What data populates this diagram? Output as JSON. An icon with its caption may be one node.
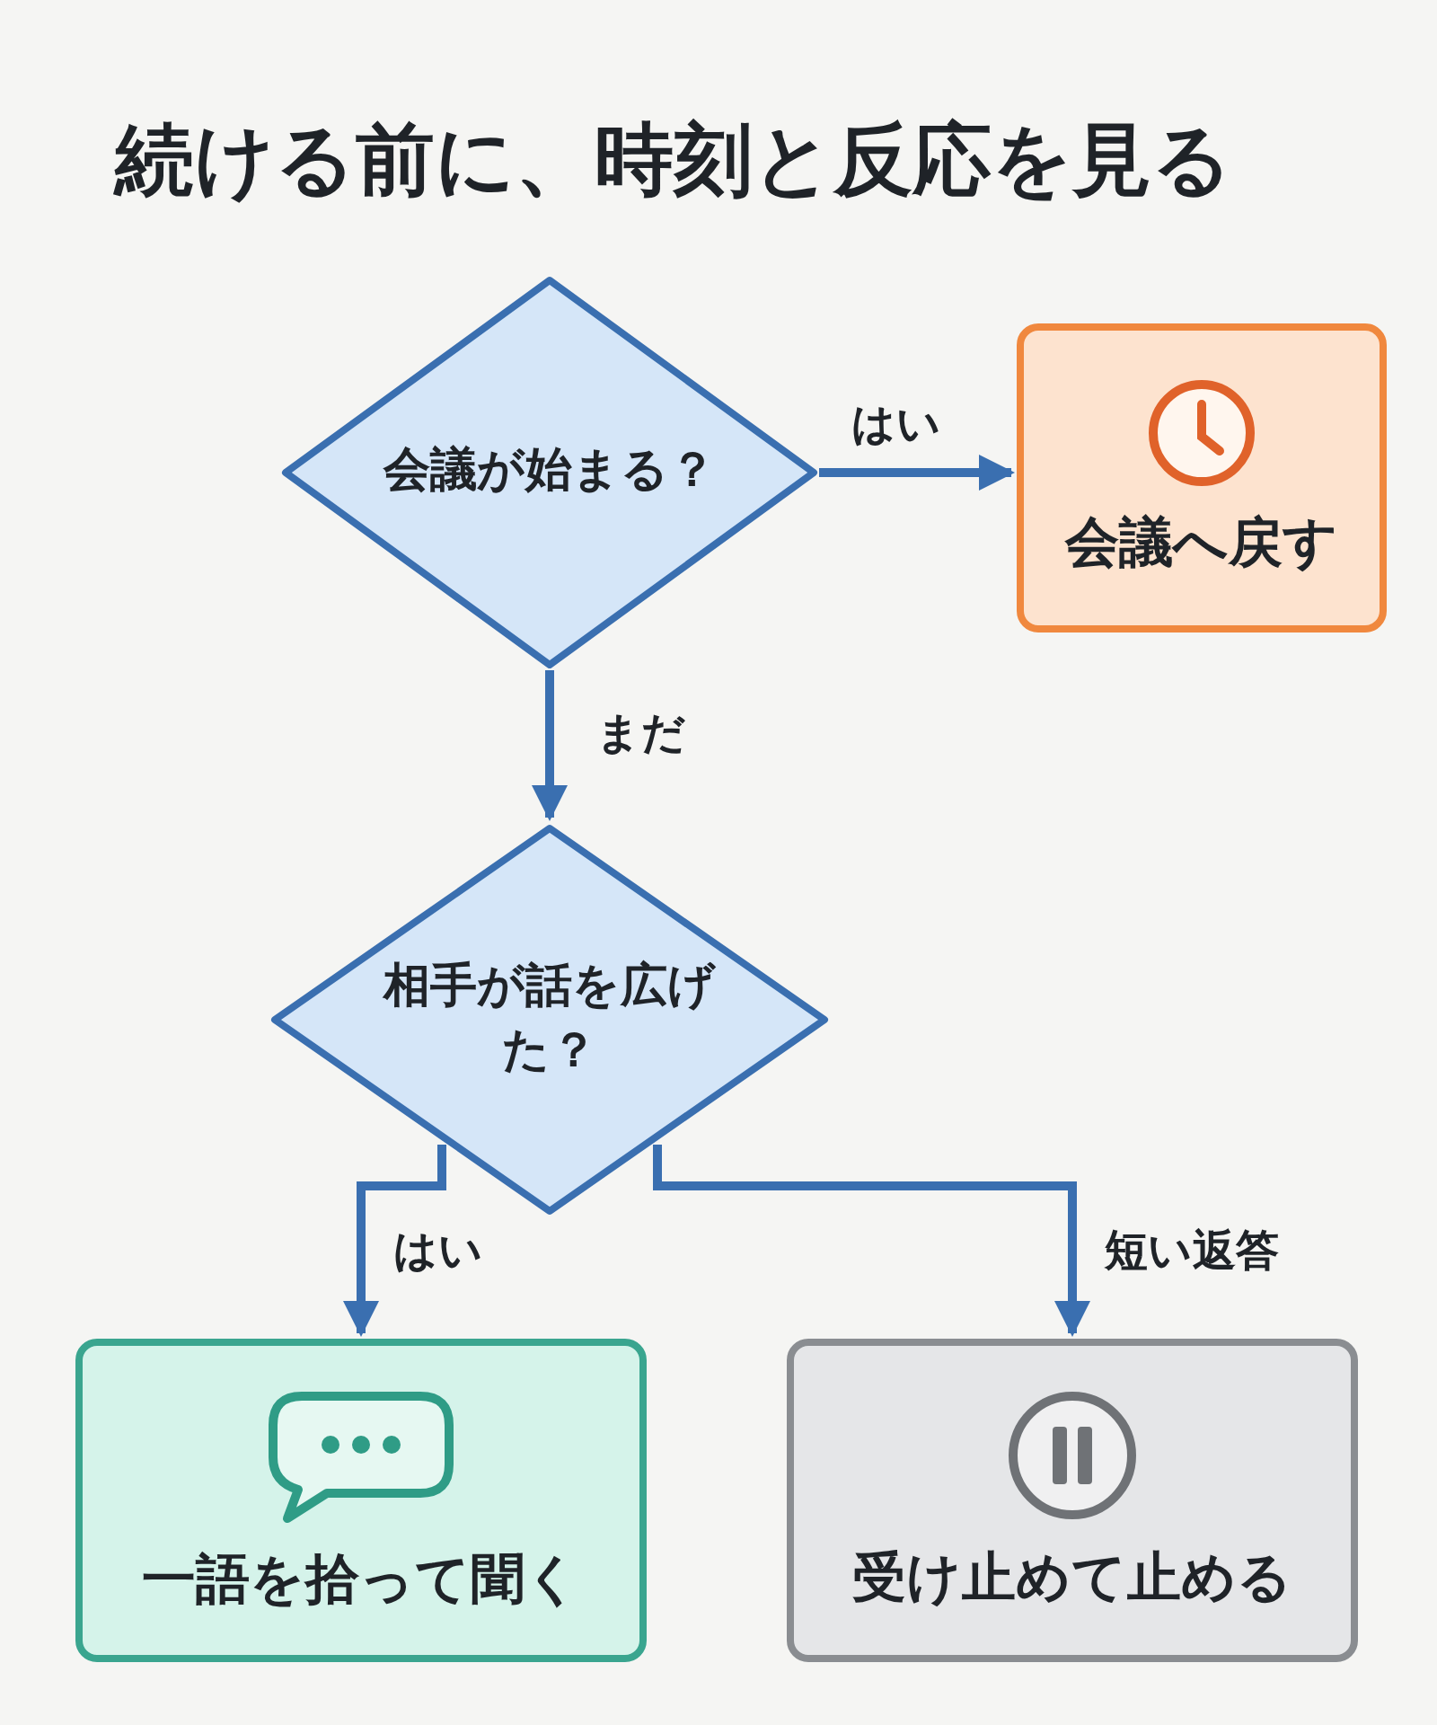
{
  "diagram": {
    "title": "続ける前に、時刻と反応を見る",
    "nodes": [
      {
        "text": [
          "会議が始まる？"
        ]
      },
      {
        "text": [
          "会議へ戻す"
        ]
      },
      {
        "text": [
          "相手が話を広げた？"
        ]
      },
      {
        "text": [
          "一語を拾って聞く"
        ]
      },
      {
        "text": [
          "受け止めて止める"
        ]
      }
    ],
    "edges": [
      {
        "from": 0,
        "to": 1,
        "arrow": "to",
        "label": "はい"
      },
      {
        "from": 0,
        "to": 2,
        "arrow": "to",
        "label": "まだ"
      },
      {
        "from": 2,
        "to": 3,
        "arrow": "to",
        "label": "はい"
      },
      {
        "from": 2,
        "to": 4,
        "arrow": "to",
        "label": "短い返答"
      }
    ]
  }
}
